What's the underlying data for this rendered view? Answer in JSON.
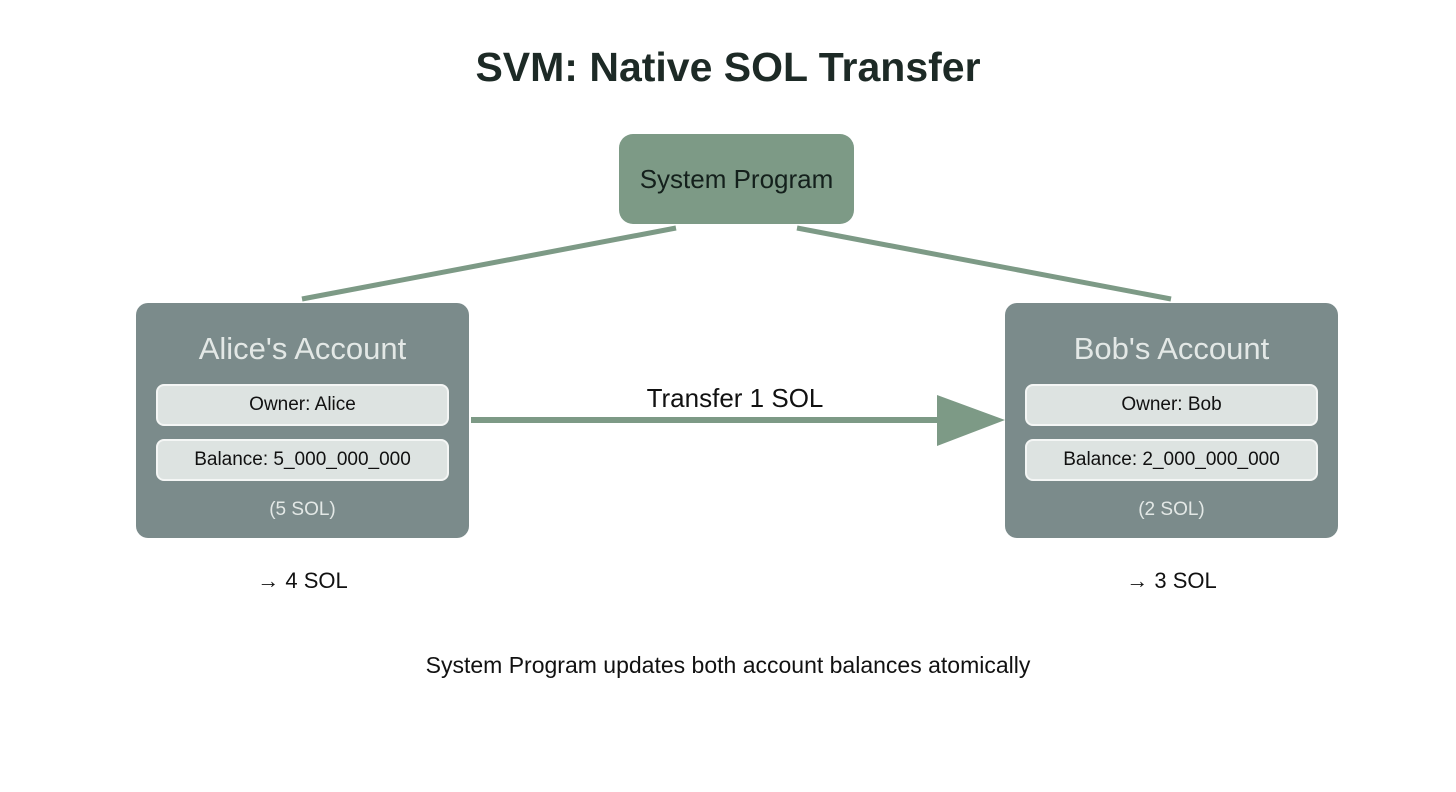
{
  "title": "SVM: Native SOL Transfer",
  "system_program": {
    "label": "System Program"
  },
  "alice": {
    "name": "Alice's Account",
    "owner": "Owner: Alice",
    "balance": "Balance: 5_000_000_000",
    "sol": "(5 SOL)",
    "after": "→ 4 SOL"
  },
  "bob": {
    "name": "Bob's Account",
    "owner": "Owner: Bob",
    "balance": "Balance: 2_000_000_000",
    "sol": "(2 SOL)",
    "after": "→ 3 SOL"
  },
  "transfer": {
    "label": "Transfer 1 SOL"
  },
  "caption": "System Program updates both account balances atomically",
  "colors": {
    "program": "#7d9a86",
    "account": "#7b8b8b",
    "field": "#dde3e1",
    "connector": "#7d9a86"
  }
}
